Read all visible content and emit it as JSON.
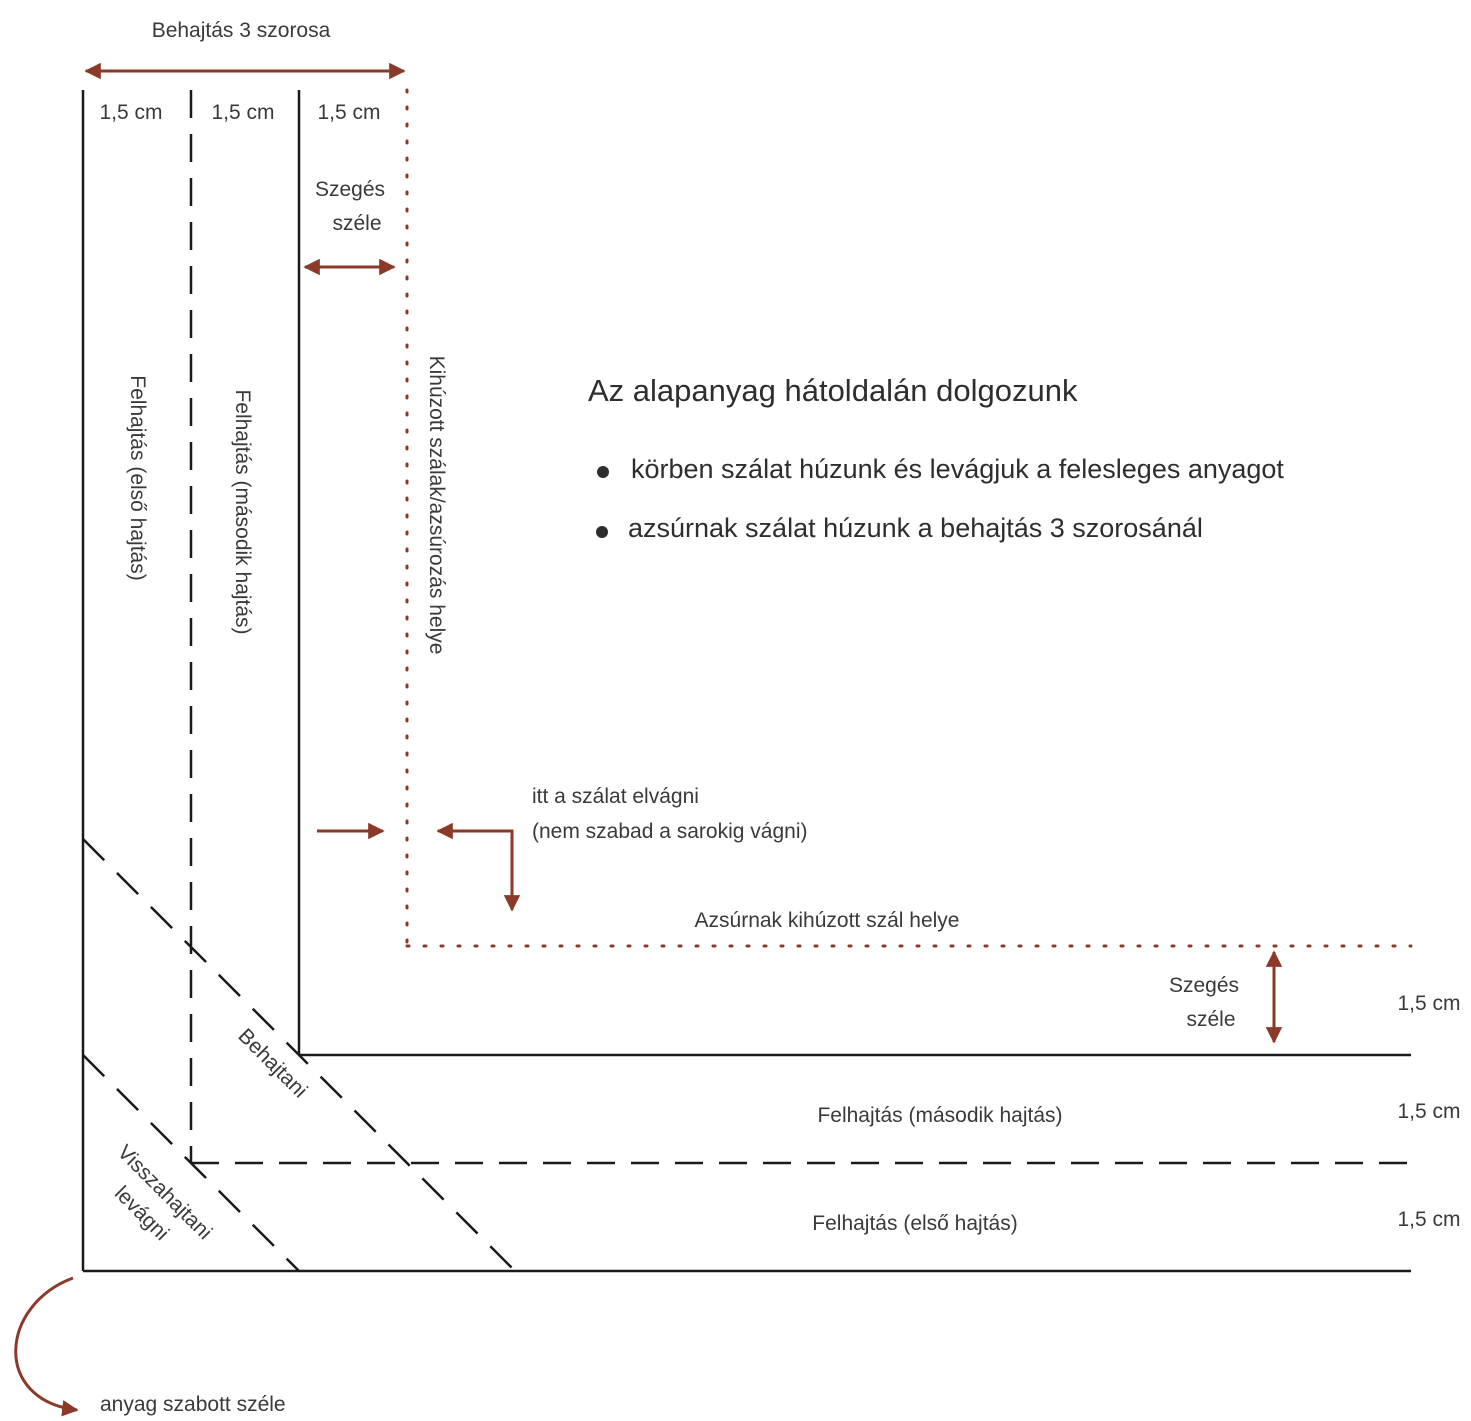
{
  "colors": {
    "accent": "#8b3a2a",
    "line": "#1a1a1a",
    "text": "#3a3a3a"
  },
  "top_label": "Behajtás 3 szorosa",
  "column_widths": [
    "1,5 cm",
    "1,5 cm",
    "1,5 cm"
  ],
  "side_widths": [
    "1,5 cm",
    "1,5 cm",
    "1,5 cm"
  ],
  "hem_edge_top": [
    "Szegés",
    "széle"
  ],
  "hem_edge_right": [
    "Szegés",
    "széle"
  ],
  "vertical_labels": {
    "first_fold": "Felhajtás (első hajtás)",
    "second_fold": "Felhajtás (második hajtás)",
    "drawn_threads": "Kihúzott szálak/azsúrozás helye"
  },
  "horizontal_labels": {
    "drawn_thread_place": "Azsúrnak kihúzott szál helye",
    "second_fold": "Felhajtás (második hajtás)",
    "first_fold": "Felhajtás (első hajtás)"
  },
  "cut_note": [
    "itt a szálat elvágni",
    "(nem szabad a sarokig vágni)"
  ],
  "diagonal_labels": {
    "fold_in": "Behajtani",
    "fold_back": "Visszahajtani",
    "cut": "levágni"
  },
  "raw_edge_label": "anyag szabott széle",
  "info": {
    "heading": "Az alapanyag hátoldalán dolgozunk",
    "bullets": [
      "körben szálat húzunk és levágjuk a felesleges anyagot",
      "azsúrnak szálat húzunk a behajtás 3 szorosánál"
    ]
  }
}
